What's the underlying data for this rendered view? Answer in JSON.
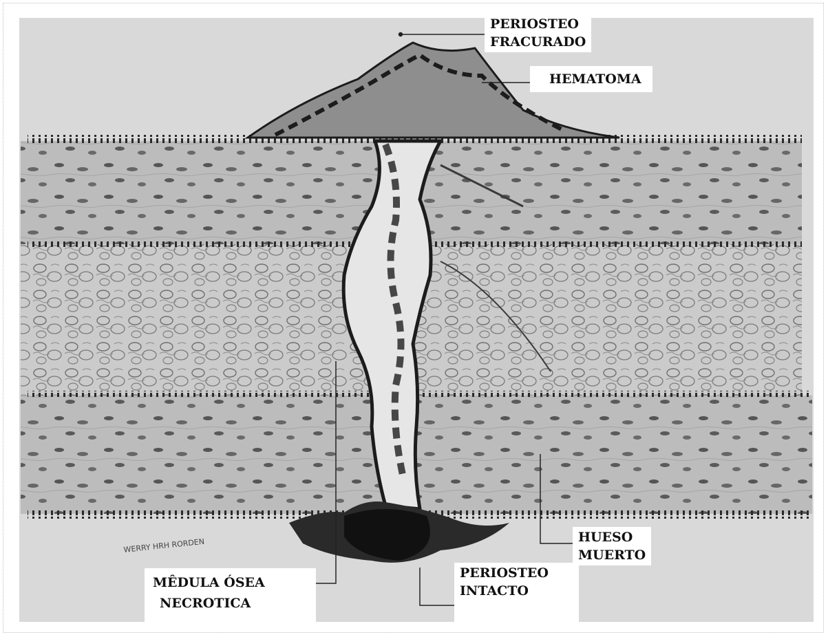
{
  "labels": {
    "periosteo_fracturado": [
      "PERIOSTEO",
      "FRACURADO"
    ],
    "hematoma": [
      "HEMATOMA"
    ],
    "hueso_muerto": [
      "HUESO",
      "MUERTO"
    ],
    "periosteo_intacto": [
      "PERIOSTEO",
      "INTACTO"
    ],
    "medula_osea": [
      "MÊDULA ÓSEA",
      "NECROTICA"
    ]
  },
  "signature": "WERRY HRH RORDEN",
  "colors": {
    "background": "#d9d9d9",
    "cortex": "#b9b9b9",
    "marrow": "#c9c9c9",
    "dark": "#1c1c1c",
    "leader": "#222222"
  }
}
